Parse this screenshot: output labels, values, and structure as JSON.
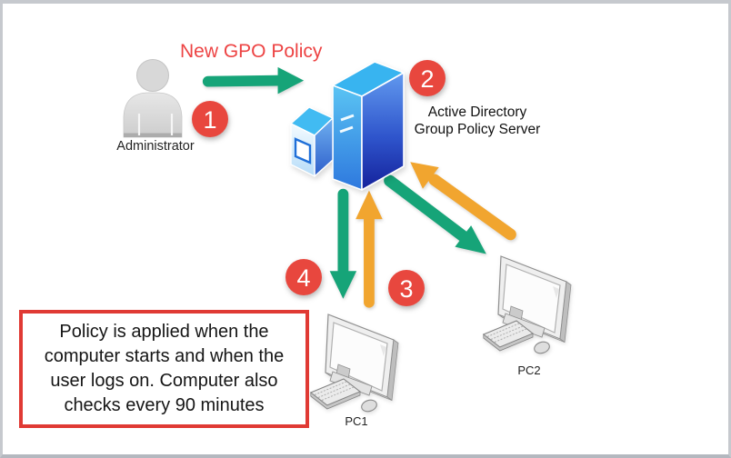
{
  "heading": {
    "text": "New GPO Policy",
    "color": "#ED4343"
  },
  "administrator": {
    "label": "Administrator"
  },
  "server": {
    "label": "Active Directory\nGroup Policy Server"
  },
  "steps": [
    {
      "number": "1"
    },
    {
      "number": "2"
    },
    {
      "number": "3"
    },
    {
      "number": "4"
    }
  ],
  "pcs": [
    {
      "label": "PC1"
    },
    {
      "label": "PC2"
    }
  ],
  "note": {
    "text": "Policy is applied when the\ncomputer starts and when the\nuser logs on. Computer also\nchecks every 90 minutes",
    "border_color": "#E03A34"
  },
  "arrows": [
    {
      "name": "admin-to-server",
      "from": "Administrator",
      "to": "Active Directory Group Policy Server",
      "color": "#16A478"
    },
    {
      "name": "server-to-pc1",
      "from": "Active Directory Group Policy Server",
      "to": "PC1",
      "color": "#16A478"
    },
    {
      "name": "pc1-to-server",
      "from": "PC1",
      "to": "Active Directory Group Policy Server",
      "color": "#F1A52F"
    },
    {
      "name": "server-to-pc2",
      "from": "Active Directory Group Policy Server",
      "to": "PC2",
      "color": "#16A478"
    },
    {
      "name": "pc2-to-server",
      "from": "PC2",
      "to": "Active Directory Group Policy Server",
      "color": "#F1A52F"
    }
  ],
  "colors": {
    "badge_red": "#E8473E",
    "heading_red": "#ED4343",
    "note_border_red": "#E03A34",
    "arrow_green": "#16A478",
    "arrow_orange": "#F1A52F"
  }
}
